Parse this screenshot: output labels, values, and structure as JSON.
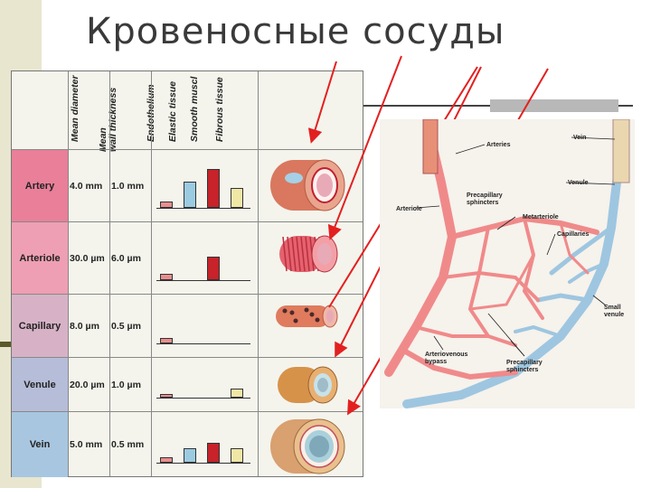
{
  "title": "Кровеносные сосуды",
  "table": {
    "headers": [
      "Mean diameter",
      "Mean\nwall thickness",
      "Endothelium",
      "Elastic tissue",
      "Smooth muscl",
      "Fibrous tissue"
    ],
    "rows": [
      {
        "name": "Artery",
        "diameter": "4.0 mm",
        "wall": "1.0 mm",
        "bars": [
          0.15,
          0.6,
          0.9,
          0.45
        ]
      },
      {
        "name": "Arteriole",
        "diameter": "30.0 µm",
        "wall": "6.0 µm",
        "bars": [
          0.15,
          0,
          0.55,
          0
        ]
      },
      {
        "name": "Capillary",
        "diameter": "8.0 µm",
        "wall": "0.5 µm",
        "bars": [
          0.15,
          0,
          0,
          0
        ]
      },
      {
        "name": "Venule",
        "diameter": "20.0 µm",
        "wall": "1.0 µm",
        "bars": [
          0.15,
          0,
          0,
          0.35
        ]
      },
      {
        "name": "Vein",
        "diameter": "5.0 mm",
        "wall": "0.5 mm",
        "bars": [
          0.15,
          0.4,
          0.55,
          0.4
        ]
      }
    ],
    "bar_colors": [
      "#e88e8e",
      "#9bcbe0",
      "#c8222a",
      "#f0e6a6"
    ],
    "row_colors": [
      "#e97f99",
      "#ee9fb3",
      "#d7b2c6",
      "#b6bdd8",
      "#a8c6df"
    ]
  },
  "diagram": {
    "labels": {
      "vein": "Vein",
      "arteries": "Arteries",
      "venule": "Venule",
      "arteriole": "Arteriole",
      "precapillary_sphincters": "Precapillary\nsphincters",
      "metarteriole": "Metarteriole",
      "capillaries": "Capillaries",
      "small_venule": "Small\nvenule",
      "av_bypass": "Arteriovenous\nbypass",
      "precapillary_sphincters_2": "Precapillary\nsphincters"
    }
  }
}
